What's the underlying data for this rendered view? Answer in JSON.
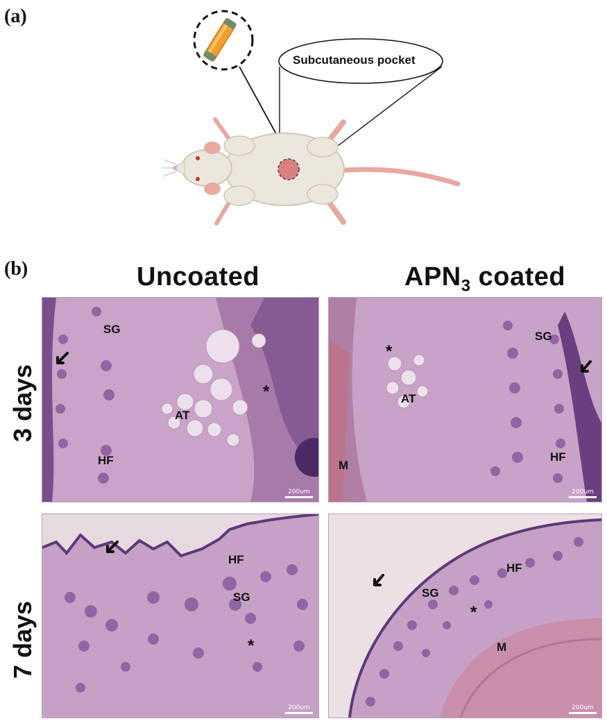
{
  "panel_a": {
    "label": "(a)",
    "callout_text": "Subcutaneous pocket",
    "icons": [
      "implant-rod-icon",
      "mouse-illustration"
    ]
  },
  "panel_b": {
    "label": "(b)",
    "columns": {
      "left": "Uncoated",
      "right_main": "APN",
      "right_sub": "3",
      "right_tail": " coated"
    },
    "rows": {
      "top": "3 days",
      "bottom": "7 days"
    },
    "scale_bar": "200um",
    "panels": {
      "uncoated_3d": {
        "SG": "SG",
        "AT": "AT",
        "HF": "HF",
        "star": "*"
      },
      "coated_3d": {
        "SG": "SG",
        "AT": "AT",
        "HF": "HF",
        "M": "M",
        "star": "*"
      },
      "uncoated_7d": {
        "HF": "HF",
        "SG": "SG",
        "star": "*"
      },
      "coated_7d": {
        "SG": "SG",
        "HF": "HF",
        "M": "M",
        "star": "*"
      }
    }
  },
  "colors": {
    "tissue_bg": "#c9a3c8",
    "tissue_dark": "#7a4d8c",
    "epidermis": "#5b3a7a",
    "implant": "#f2a02c"
  }
}
